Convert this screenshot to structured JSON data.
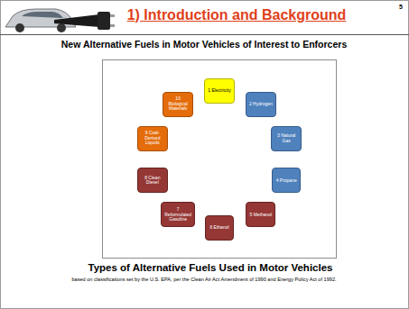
{
  "diagram": {
    "title": "1) Introduction and Background",
    "caption": "Types of Alternative Fuels Used in Motor Vehicles",
    "nodes": [
      {
        "text": [
          "1 Electricity"
        ]
      },
      {
        "text": [
          "2 Hydrogen"
        ]
      },
      {
        "text": [
          "3 Natural Gas"
        ]
      },
      {
        "text": [
          "4 Propane"
        ]
      },
      {
        "text": [
          "5 Methanol"
        ]
      },
      {
        "text": [
          "6 Ethanol"
        ]
      },
      {
        "text": [
          "7 Reformulated Gasoline"
        ]
      },
      {
        "text": [
          "8 Clean Diesel"
        ]
      },
      {
        "text": [
          "9 Coal-Derived Liquids"
        ]
      },
      {
        "text": [
          "10 Biological Materials"
        ]
      }
    ],
    "labels": [
      "5",
      "New Alternative Fuels in Motor Vehicles of Interest to Enforcers",
      "based on classifications set by the U.S. EPA, per the Clean Air Act Amendment of 1990 and Energy Policy Act of 1992."
    ]
  }
}
